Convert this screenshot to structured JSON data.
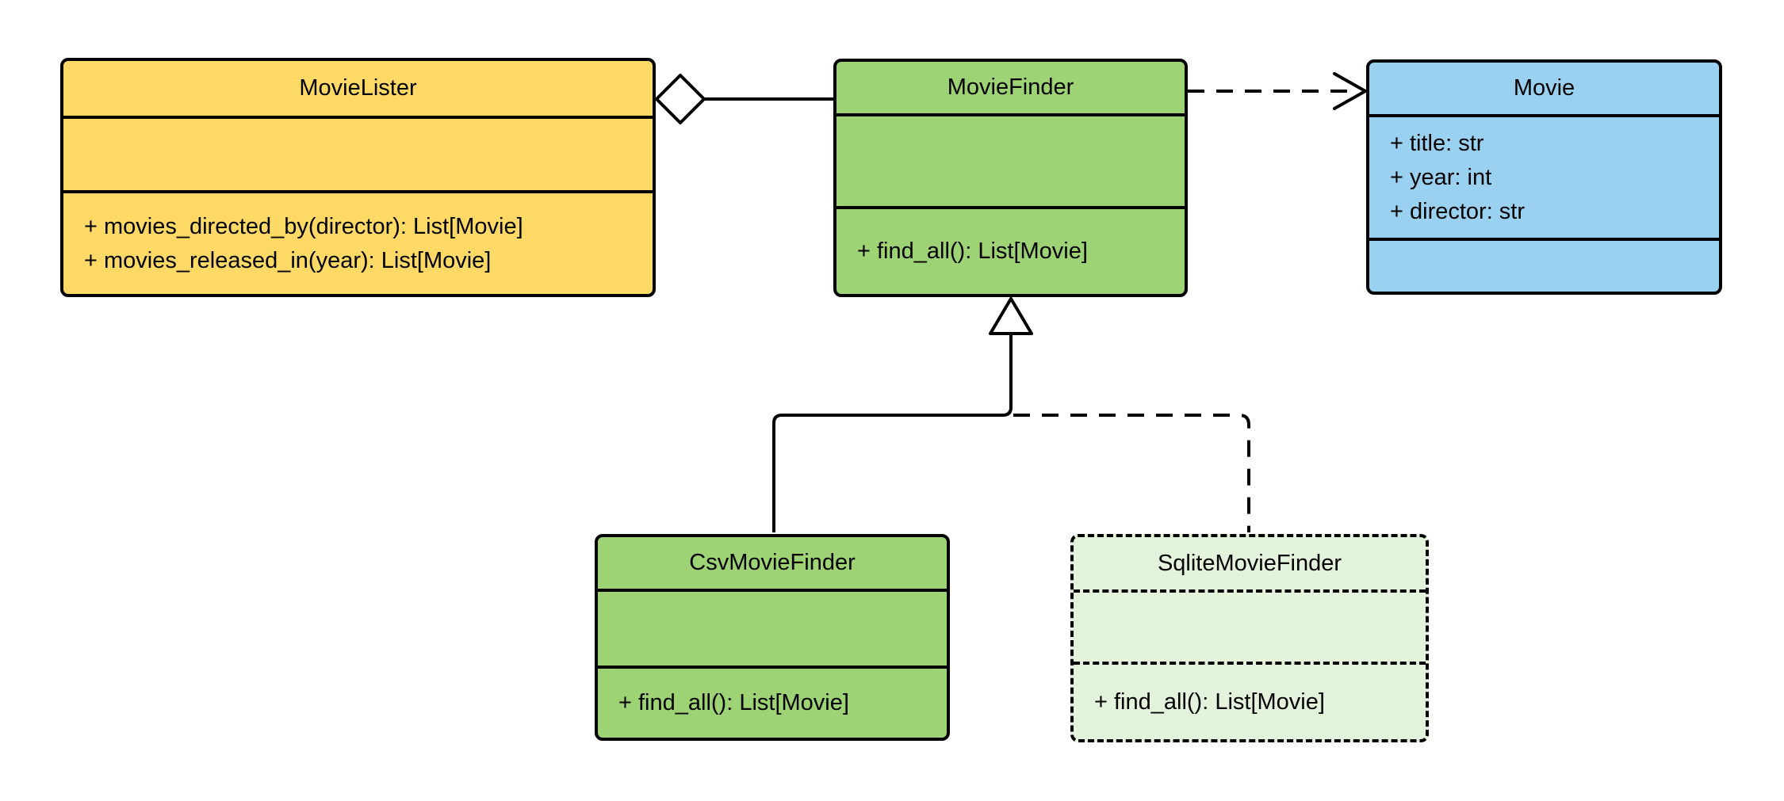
{
  "diagram": {
    "kind": "uml-class-diagram",
    "background_color": "#ffffff",
    "stroke_color": "#000000",
    "text_color": "#000000",
    "classes": {
      "movie_lister": {
        "name": "MovieLister",
        "fill": "#ffd966",
        "border_style": "solid",
        "attributes": [],
        "methods": [
          "+ movies_directed_by(director): List[Movie]",
          "+ movies_released_in(year): List[Movie]"
        ]
      },
      "movie_finder": {
        "name": "MovieFinder",
        "fill": "#9dd374",
        "border_style": "solid",
        "attributes": [],
        "methods": [
          "+ find_all(): List[Movie]"
        ]
      },
      "movie": {
        "name": "Movie",
        "fill": "#9ad1f0",
        "border_style": "solid",
        "attributes": [
          "+ title: str",
          "+ year: int",
          "+ director: str"
        ],
        "methods": []
      },
      "csv_movie_finder": {
        "name": "CsvMovieFinder",
        "fill": "#9dd374",
        "border_style": "solid",
        "attributes": [],
        "methods": [
          "+ find_all(): List[Movie]"
        ]
      },
      "sqlite_movie_finder": {
        "name": "SqliteMovieFinder",
        "fill": "#e3f2da",
        "border_style": "dashed",
        "attributes": [],
        "methods": [
          "+ find_all(): List[Movie]"
        ]
      }
    },
    "relationships": [
      {
        "type": "aggregation",
        "from": "MovieLister",
        "to": "MovieFinder",
        "line_style": "solid",
        "marker": "hollow-diamond"
      },
      {
        "type": "dependency",
        "from": "MovieFinder",
        "to": "Movie",
        "line_style": "dashed",
        "marker": "open-arrow"
      },
      {
        "type": "generalization",
        "from": "CsvMovieFinder",
        "to": "MovieFinder",
        "line_style": "solid",
        "marker": "hollow-triangle"
      },
      {
        "type": "generalization",
        "from": "SqliteMovieFinder",
        "to": "MovieFinder",
        "line_style": "dashed",
        "marker": "hollow-triangle"
      }
    ]
  }
}
